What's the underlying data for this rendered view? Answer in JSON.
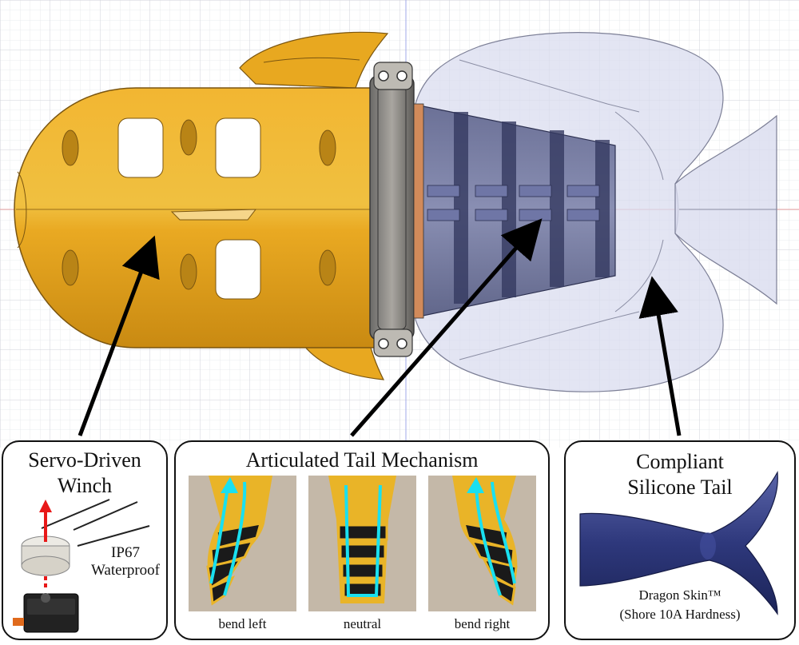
{
  "panels": {
    "winch": {
      "title_line1": "Servo-Driven",
      "title_line2": "Winch",
      "rating_line1": "IP67",
      "rating_line2": "Waterproof"
    },
    "tail_mechanism": {
      "title": "Articulated Tail Mechanism",
      "captions": [
        "bend left",
        "neutral",
        "bend right"
      ]
    },
    "silicone_tail": {
      "title_line1": "Compliant",
      "title_line2": "Silicone Tail",
      "material": "Dragon Skin™",
      "hardness": "(Shore 10A Hardness)"
    }
  },
  "colors": {
    "body_orange": "#e8a820",
    "tail_shell": "#d9dcef",
    "spine_dark": "#3a3f66",
    "cyan_path": "#19e0f0",
    "arrow": "#000000",
    "silicone_blue": "#2a3478"
  }
}
